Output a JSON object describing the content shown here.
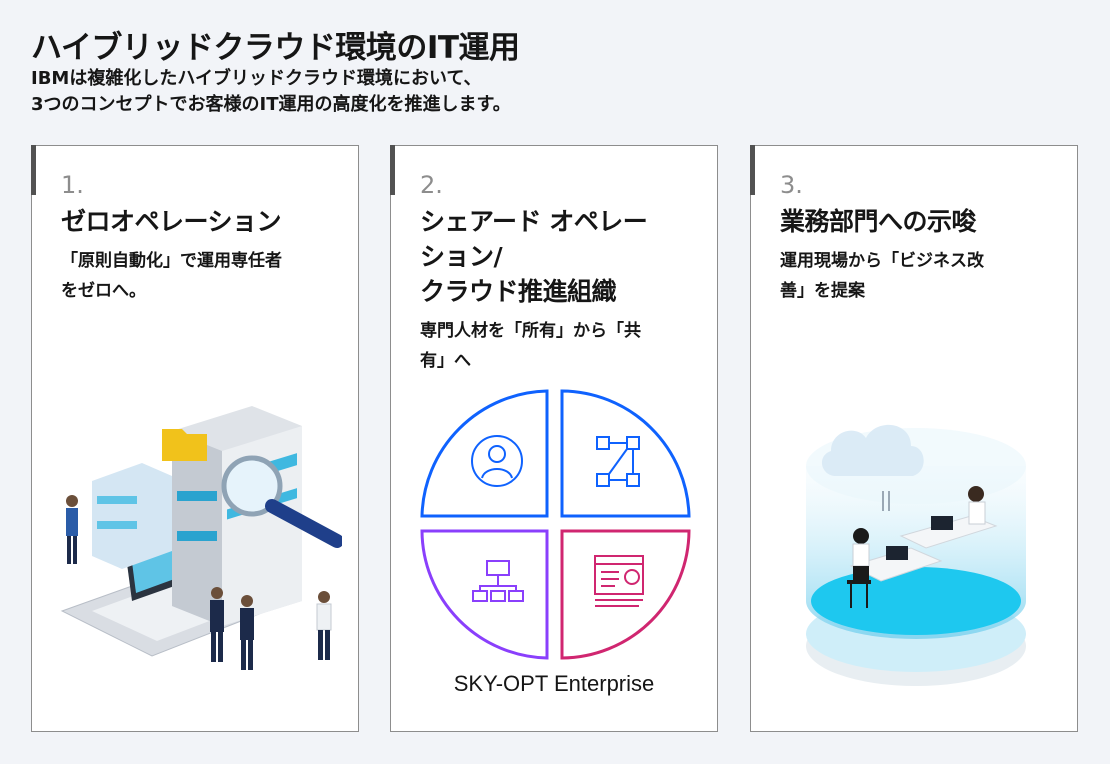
{
  "header": {
    "title": "ハイブリッドクラウド環境のIT運用",
    "subtitle_lines": [
      "IBMは複雑化したハイブリッドクラウド環境において、",
      "3つのコンセプトでお客様のIT運用の高度化を推進します。"
    ]
  },
  "cards": [
    {
      "number": "1.",
      "title_lines": [
        "ゼロオペレーション"
      ],
      "desc_lines": [
        "「原則自動化」で運用専任者",
        "をゼロへ。"
      ]
    },
    {
      "number": "2.",
      "title_lines": [
        "シェアード オペレー",
        "ション/",
        "クラウド推進組織"
      ],
      "desc_lines": [
        "専門人材を「所有」から「共",
        "有」へ"
      ],
      "product_label": "SKY-OPT Enterprise"
    },
    {
      "number": "3.",
      "title_lines": [
        "業務部門への示唆"
      ],
      "desc_lines": [
        "運用現場から「ビジネス改",
        "善」を提案"
      ]
    }
  ],
  "colors": {
    "accent_blue": "#0f62fe",
    "accent_purple": "#8a3ffc",
    "accent_magenta": "#d02670",
    "card_border": "#8d8d8d",
    "background": "#f2f4f8"
  },
  "icons": [
    "user-icon",
    "network-nodes-icon",
    "hierarchy-icon",
    "dashboard-window-icon",
    "cloud-icon"
  ]
}
